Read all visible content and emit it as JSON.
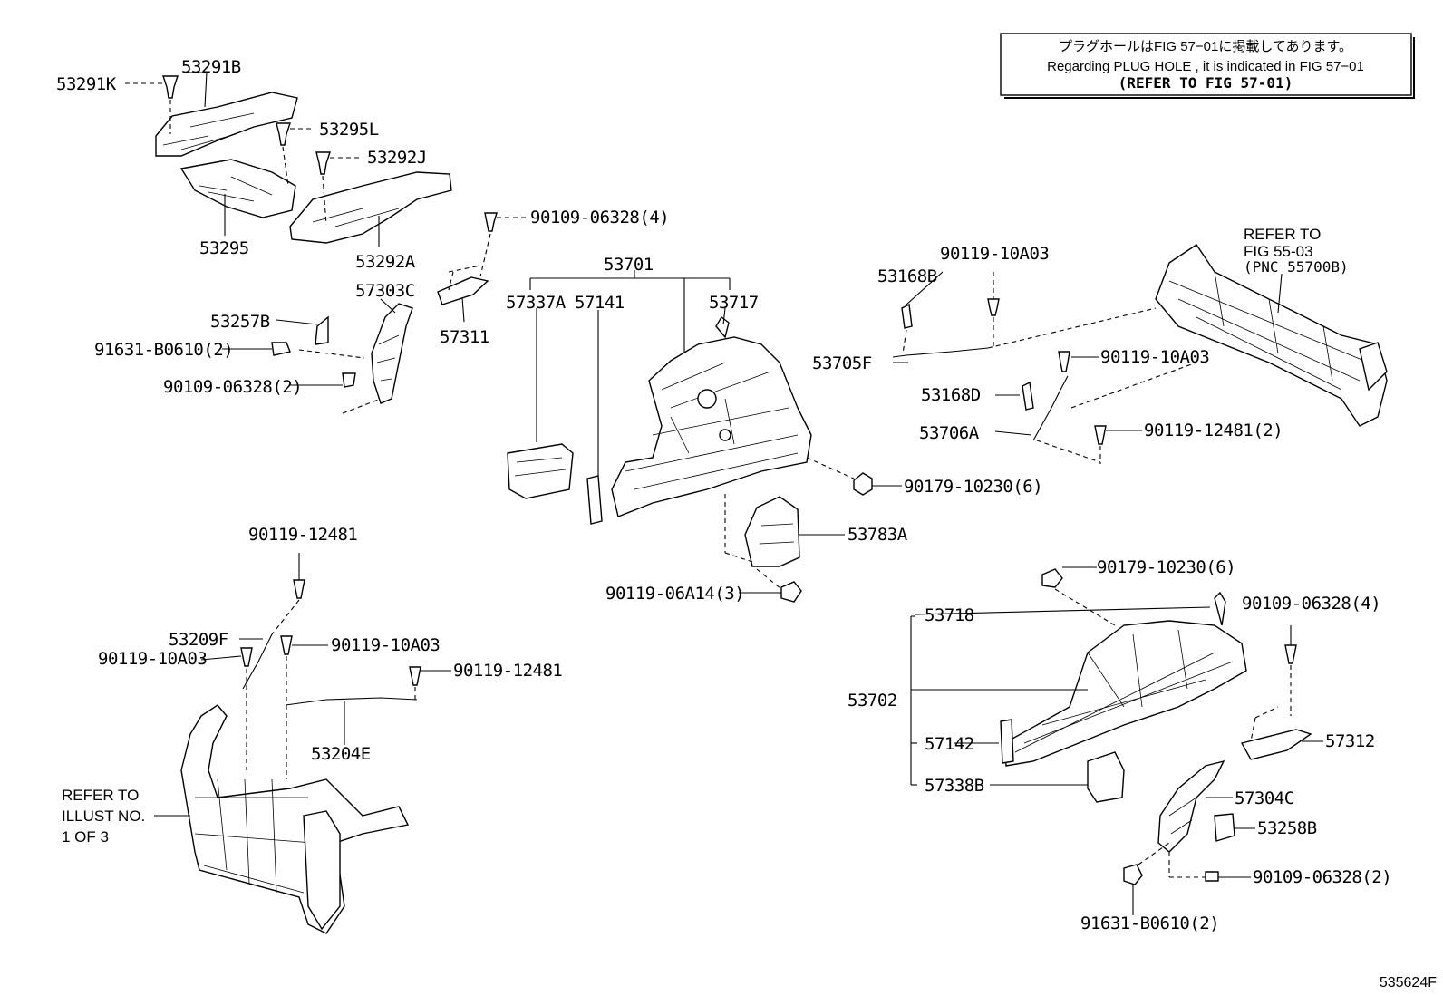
{
  "note": {
    "line1": "プラグホールはFIG 57−01に掲載してあります。",
    "line2": "Regarding PLUG HOLE , it is indicated in FIG 57−01",
    "line3": "(REFER TO FIG 57-01)"
  },
  "refer_right": {
    "line1": "REFER TO",
    "line2": "FIG 55-03",
    "line3": "(PNC 55700B)"
  },
  "refer_left": {
    "line1": "REFER TO",
    "line2": "ILLUST NO.",
    "line3": "1 OF 3"
  },
  "figure_code": "535624F",
  "labels": {
    "p53291K": "53291K",
    "p53291B": "53291B",
    "p53295L": "53295L",
    "p53292J": "53292J",
    "p53295": "53295",
    "p53292A": "53292A",
    "p90109_06328_4a": "90109-06328(4)",
    "p57303C": "57303C",
    "p53257B": "53257B",
    "p91631_B0610_2a": "91631-B0610(2)",
    "p90109_06328_2a": "90109-06328(2)",
    "p57311": "57311",
    "p53701": "53701",
    "p57337A": "57337A",
    "p57141": "57141",
    "p53717": "53717",
    "p90179_10230_6a": "90179-10230(6)",
    "p53783A": "53783A",
    "p90119_06A14_3": "90119-06A14(3)",
    "p90119_10A03_a": "90119-10A03",
    "p53168B": "53168B",
    "p53705F": "53705F",
    "p90119_10A03_b": "90119-10A03",
    "p53168D": "53168D",
    "p53706A": "53706A",
    "p90119_12481_2": "90119-12481(2)",
    "p90119_12481_a": "90119-12481",
    "p53209F": "53209F",
    "p90119_10A03_c": "90119-10A03",
    "p90119_10A03_d": "90119-10A03",
    "p90119_12481_b": "90119-12481",
    "p53204E": "53204E",
    "p90179_10230_6b": "90179-10230(6)",
    "p53718": "53718",
    "p90109_06328_4b": "90109-06328(4)",
    "p53702": "53702",
    "p57142": "57142",
    "p57312": "57312",
    "p57338B": "57338B",
    "p57304C": "57304C",
    "p53258B": "53258B",
    "p90109_06328_2b": "90109-06328(2)",
    "p91631_B0610_2b": "91631-B0610(2)"
  }
}
